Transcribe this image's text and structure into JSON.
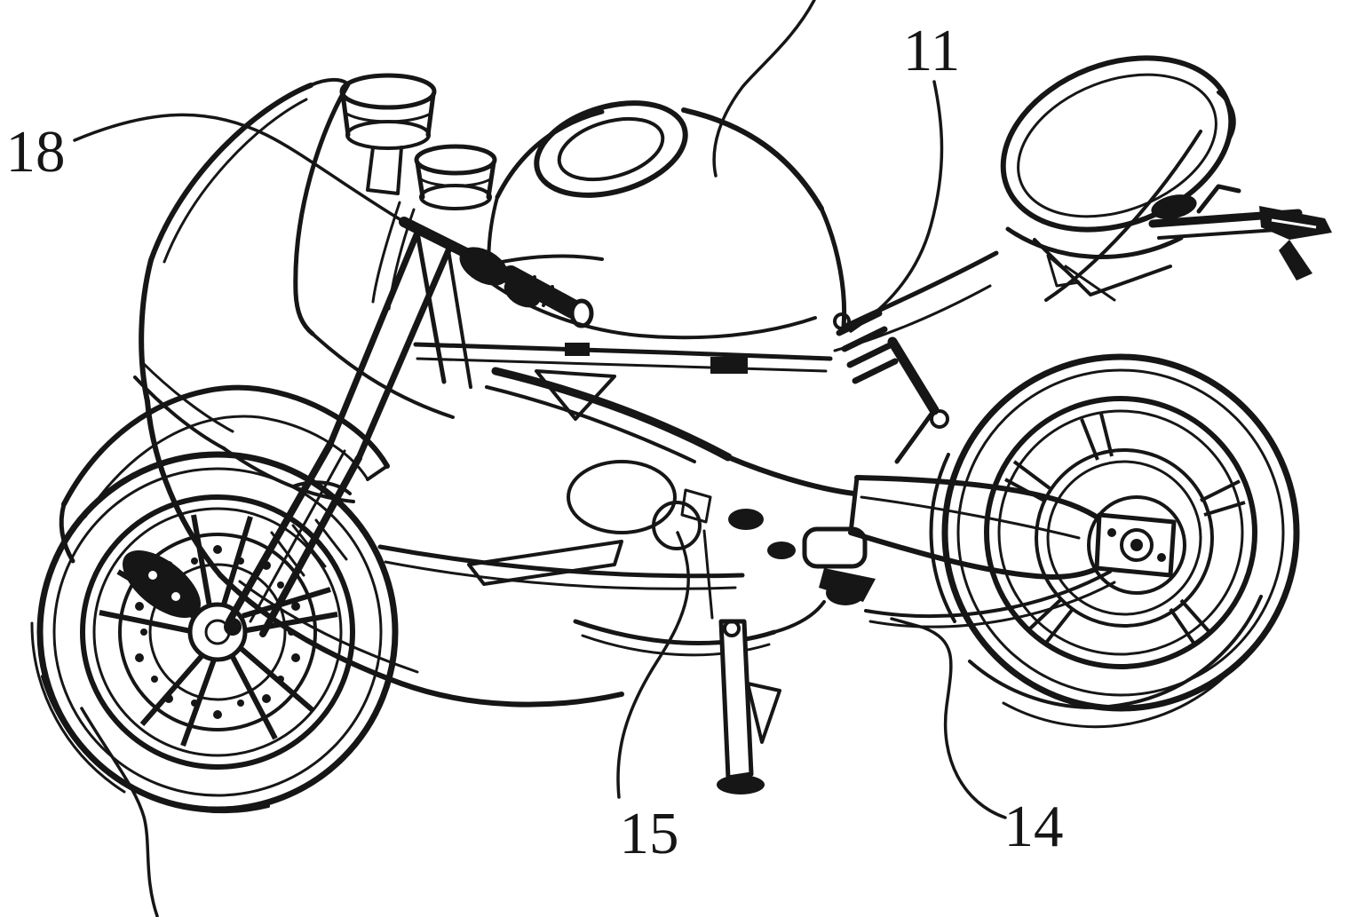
{
  "figure": {
    "kind": "patent-line-drawing-motorcycle-side-view",
    "background_color": "#ffffff",
    "line_color": "#161616",
    "labels": [
      {
        "id": "ref-18",
        "text": "18"
      },
      {
        "id": "ref-11",
        "text": "11"
      },
      {
        "id": "ref-15",
        "text": "15"
      },
      {
        "id": "ref-14",
        "text": "14"
      }
    ]
  }
}
